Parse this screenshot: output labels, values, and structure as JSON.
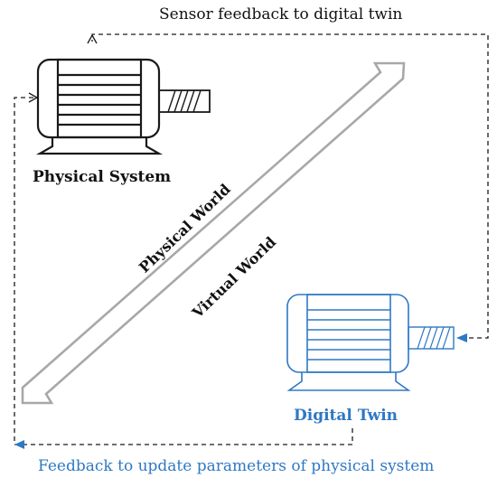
{
  "labels": {
    "sensor_feedback": "Sensor feedback to digital twin",
    "parameter_feedback": "Feedback to update parameters of physical system",
    "physical_system": "Physical System",
    "digital_twin": "Digital Twin",
    "physical_world": "Physical World",
    "virtual_world": "Virtual World"
  },
  "colors": {
    "physical": "#1a1a1a",
    "digital": "#2f78c4",
    "double_arrow": "#a8a8a8"
  }
}
